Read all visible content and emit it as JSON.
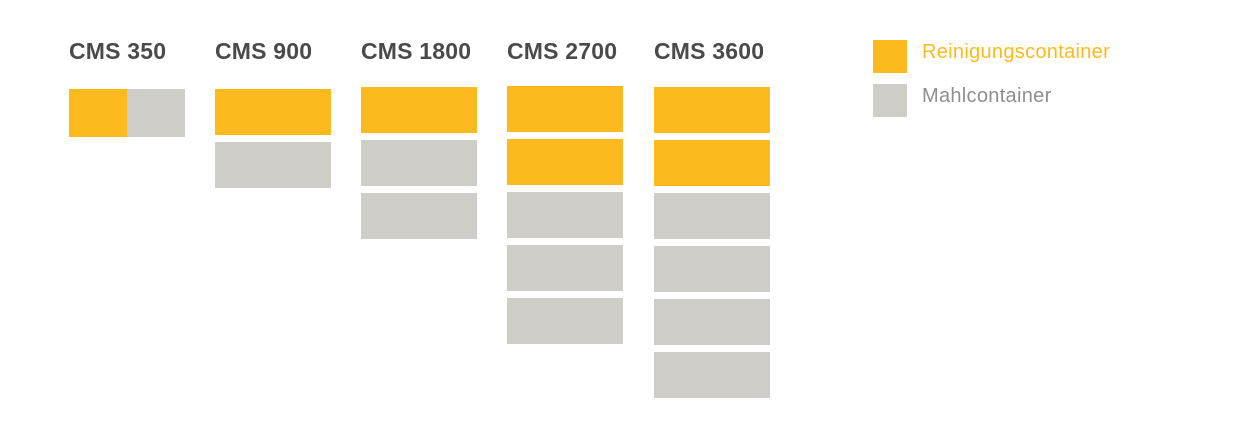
{
  "colors": {
    "reinigung": "#FDBA1E",
    "mahl": "#CECDC8",
    "title": "#4A4A4A",
    "legend_mahl_text": "#8F8F8F"
  },
  "models": [
    {
      "name": "CMS 350",
      "layout": "side-by-side",
      "reinigung": 1,
      "mahl": 1
    },
    {
      "name": "CMS 900",
      "layout": "stacked",
      "reinigung": 1,
      "mahl": 1
    },
    {
      "name": "CMS 1800",
      "layout": "stacked",
      "reinigung": 1,
      "mahl": 2
    },
    {
      "name": "CMS 2700",
      "layout": "stacked",
      "reinigung": 2,
      "mahl": 3
    },
    {
      "name": "CMS 3600",
      "layout": "stacked",
      "reinigung": 2,
      "mahl": 4
    }
  ],
  "legend": [
    {
      "key": "reinigung",
      "label": "Reinigungscontainer"
    },
    {
      "key": "mahl",
      "label": "Mahlcontainer"
    }
  ]
}
